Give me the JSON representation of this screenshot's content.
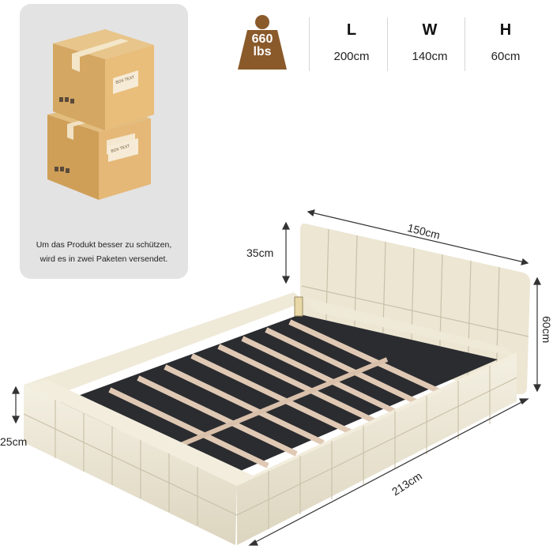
{
  "package_card": {
    "note_line1": "Um das Produkt besser zu schützen,",
    "note_line2": "wird es in zwei Paketen versendet.",
    "box_label": "BOX TEXT"
  },
  "weight": {
    "value": "660",
    "unit": "lbs"
  },
  "dimensions": [
    {
      "letter": "L",
      "value": "200cm"
    },
    {
      "letter": "W",
      "value": "140cm"
    },
    {
      "letter": "H",
      "value": "60cm"
    }
  ],
  "measurements": {
    "headboard_width": "150cm",
    "headboard_height": "35cm",
    "total_height": "60cm",
    "frame_height": "25cm",
    "total_length": "213cm"
  },
  "colors": {
    "badge": "#8a5a2b",
    "card": "#e3e3e3",
    "upholstery": "#ece6d4",
    "box": "#d3a764"
  }
}
